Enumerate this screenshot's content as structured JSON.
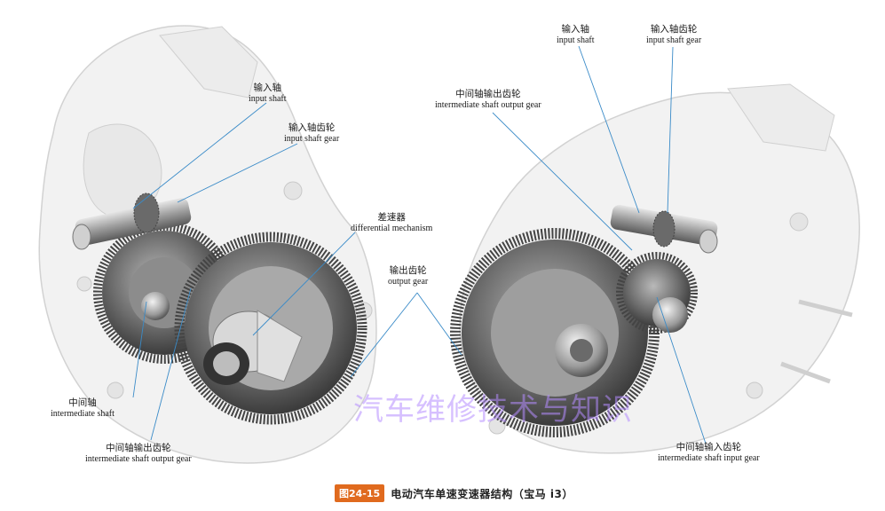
{
  "labels": {
    "left_input_shaft": {
      "zh": "输入轴",
      "en": "input shaft"
    },
    "left_input_shaft_gear": {
      "zh": "输入轴齿轮",
      "en": "input shaft gear"
    },
    "differential": {
      "zh": "差速器",
      "en": "differential mechanism"
    },
    "left_intermediate_shaft": {
      "zh": "中间轴",
      "en": "intermediate shaft"
    },
    "left_intermediate_output_gear": {
      "zh": "中间轴输出齿轮",
      "en": "intermediate shaft output gear"
    },
    "output_gear": {
      "zh": "输出齿轮",
      "en": "output gear"
    },
    "right_intermediate_output_gear": {
      "zh": "中间轴输出齿轮",
      "en": "intermediate shaft output gear"
    },
    "right_input_shaft": {
      "zh": "输入轴",
      "en": "input shaft"
    },
    "right_input_shaft_gear": {
      "zh": "输入轴齿轮",
      "en": "input shaft gear"
    },
    "right_intermediate_input_gear": {
      "zh": "中间轴输入齿轮",
      "en": "intermediate shaft input gear"
    }
  },
  "watermark": "汽车维修技术与知识",
  "caption": {
    "figure_number": "图24-15",
    "title": "电动汽车单速变速器结构（宝马 i3）"
  }
}
